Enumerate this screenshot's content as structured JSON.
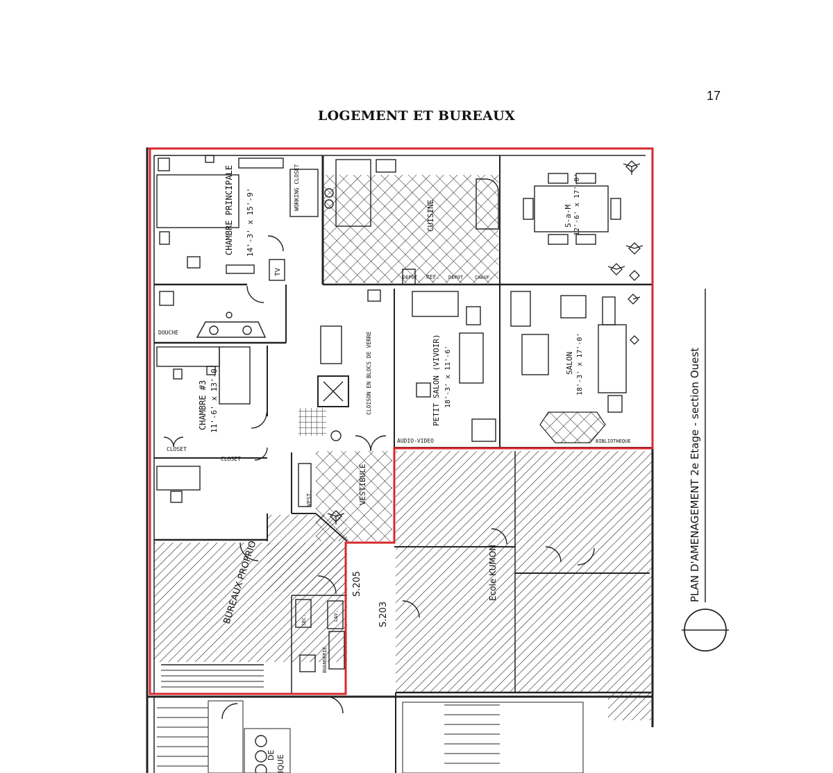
{
  "page": {
    "number": "17",
    "title": "LOGEMENT ET BUREAUX"
  },
  "plan": {
    "title_line": "PLAN D'AMENAGEMENT 2e Etage - section Ouest",
    "accent_color": "#d8282e",
    "hatch_color": "#222222",
    "rooms": {
      "chambre_principale_name": "CHAMBRE PRINCIPALE",
      "chambre_principale_size": "14'-3' x 15'-9'",
      "walking_closet": "WORKING CLOSET",
      "cuisine": "CUISINE",
      "sam_name": "S-a-M",
      "sam_size": "12'-6' x 17'-0'",
      "tv": "TV",
      "douche": "DOUCHE",
      "chambre3_name": "CHAMBRE #3",
      "chambre3_size": "11'-6' x 13'-0'",
      "closet1": "CLOSET",
      "closet2": "CLOSET",
      "cloison": "CLOISON EN BLOCS DE VERRE",
      "petit_salon_name": "PETIT SALON (VIVOIR)",
      "petit_salon_size": "18'-3' x 11'-6'",
      "salon_name": "SALON",
      "salon_size": "18'-3' x 17'-0'",
      "audio_video": "AUDIO-VIDEO",
      "bibliotheque": "BIBLIOTHEQUE",
      "vestibule": "VESTIBULE",
      "vest": "VEST.",
      "bureaux": "BUREAUX PROPRIO",
      "ecole": "Ecole KUMON",
      "buanderie": "BUANDERIE",
      "sec": "SEC.",
      "lav": "LAV.",
      "s205": "S.205",
      "s203": "S.203",
      "refrig": "REF.",
      "depot1": "DEPOT",
      "depot2": "DEPOT",
      "chauf": "CHAUF.",
      "de": "DE",
      "ique": "IQUE"
    }
  }
}
